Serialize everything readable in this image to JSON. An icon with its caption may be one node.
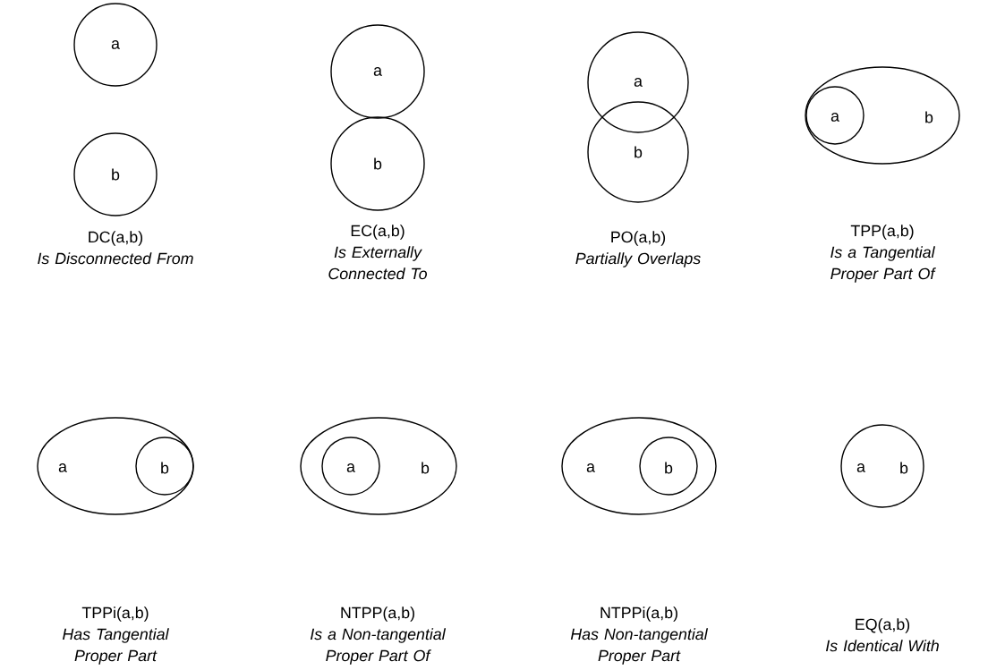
{
  "diagram": {
    "nodes": [
      {
        "text": [
          "a"
        ]
      },
      {
        "text": [
          "b"
        ]
      },
      {
        "text": [
          "a"
        ]
      },
      {
        "text": [
          "b"
        ]
      },
      {
        "text": [
          "a"
        ]
      },
      {
        "text": [
          "b"
        ]
      },
      {
        "text": [
          "b"
        ]
      },
      {
        "text": [
          "a"
        ],
        "in": 6
      },
      {
        "text": [
          "a"
        ]
      },
      {
        "text": [
          "b"
        ],
        "in": 8
      },
      {
        "text": [
          "b"
        ]
      },
      {
        "text": [
          "a"
        ],
        "in": 10
      },
      {
        "text": [
          "a"
        ]
      },
      {
        "text": [
          "b"
        ],
        "in": 12
      },
      {
        "text": [
          "a",
          "b"
        ]
      }
    ],
    "labels": [
      "DC(a,b)",
      "Is Disconnected From",
      "EC(a,b)",
      "Is Externally Connected To",
      "PO(a,b)",
      "Partially Overlaps",
      "TPP(a,b)",
      "Is a Tangential Proper Part Of",
      "TPPi(a,b)",
      "Has Tangential Proper Part",
      "NTPP(a,b)",
      "Is a Non-tangential Proper Part Of",
      "NTPPi(a,b)",
      "Has Non-tangential Proper Part",
      "EQ(a,b)",
      "Is Identical With"
    ]
  }
}
